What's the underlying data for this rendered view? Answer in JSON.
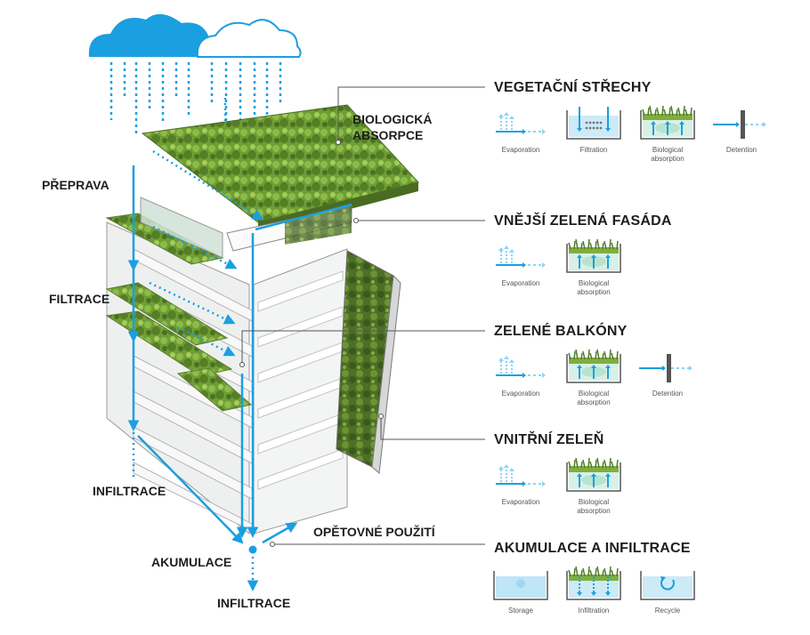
{
  "left_labels": {
    "preprava": "PŘEPRAVA",
    "filtrace": "FILTRACE",
    "infiltrace_left": "INFILTRACE",
    "akumulace": "AKUMULACE",
    "infiltrace_bottom": "INFILTRACE",
    "opetovne": "OPĚTOVNÉ POUŽITÍ",
    "biologicka_line1": "BIOLOGICKÁ",
    "biologicka_line2": "ABSORPCE"
  },
  "sections": [
    {
      "title": "VEGETAČNÍ STŘECHY",
      "icons": [
        {
          "icon": "evaporation-icon",
          "lines": [
            "Evaporation"
          ]
        },
        {
          "icon": "filtration-icon",
          "lines": [
            "Filtration"
          ]
        },
        {
          "icon": "biological-absorption-icon",
          "lines": [
            "Biological",
            "absorption"
          ]
        },
        {
          "icon": "detention-icon",
          "lines": [
            "Detention"
          ]
        }
      ]
    },
    {
      "title": "VNĚJŠÍ ZELENÁ FASÁDA",
      "icons": [
        {
          "icon": "evaporation-icon",
          "lines": [
            "Evaporation"
          ]
        },
        {
          "icon": "biological-absorption-icon",
          "lines": [
            "Biological",
            "absorption"
          ]
        }
      ]
    },
    {
      "title": "ZELENÉ BALKÓNY",
      "icons": [
        {
          "icon": "evaporation-icon",
          "lines": [
            "Evaporation"
          ]
        },
        {
          "icon": "biological-absorption-icon",
          "lines": [
            "Biological",
            "absorption"
          ]
        },
        {
          "icon": "detention-icon",
          "lines": [
            "Detention"
          ]
        }
      ]
    },
    {
      "title": "VNITŘNÍ ZELEŇ",
      "icons": [
        {
          "icon": "evaporation-icon",
          "lines": [
            "Evaporation"
          ]
        },
        {
          "icon": "biological-absorption-icon",
          "lines": [
            "Biological",
            "absorption"
          ]
        }
      ]
    },
    {
      "title": "AKUMULACE A INFILTRACE",
      "icons": [
        {
          "icon": "storage-icon",
          "lines": [
            "Storage"
          ]
        },
        {
          "icon": "infiltration-icon",
          "lines": [
            "Infiltration"
          ]
        },
        {
          "icon": "recycle-icon",
          "lines": [
            "Recycle"
          ]
        }
      ]
    }
  ],
  "colors": {
    "water": "#1a9fe0",
    "water_light": "#8fd3f4",
    "green_dark": "#4f7a2a",
    "green": "#7fae3f",
    "green_light": "#a9cf5b",
    "building": "#e9ebeb",
    "outline": "#555555"
  }
}
